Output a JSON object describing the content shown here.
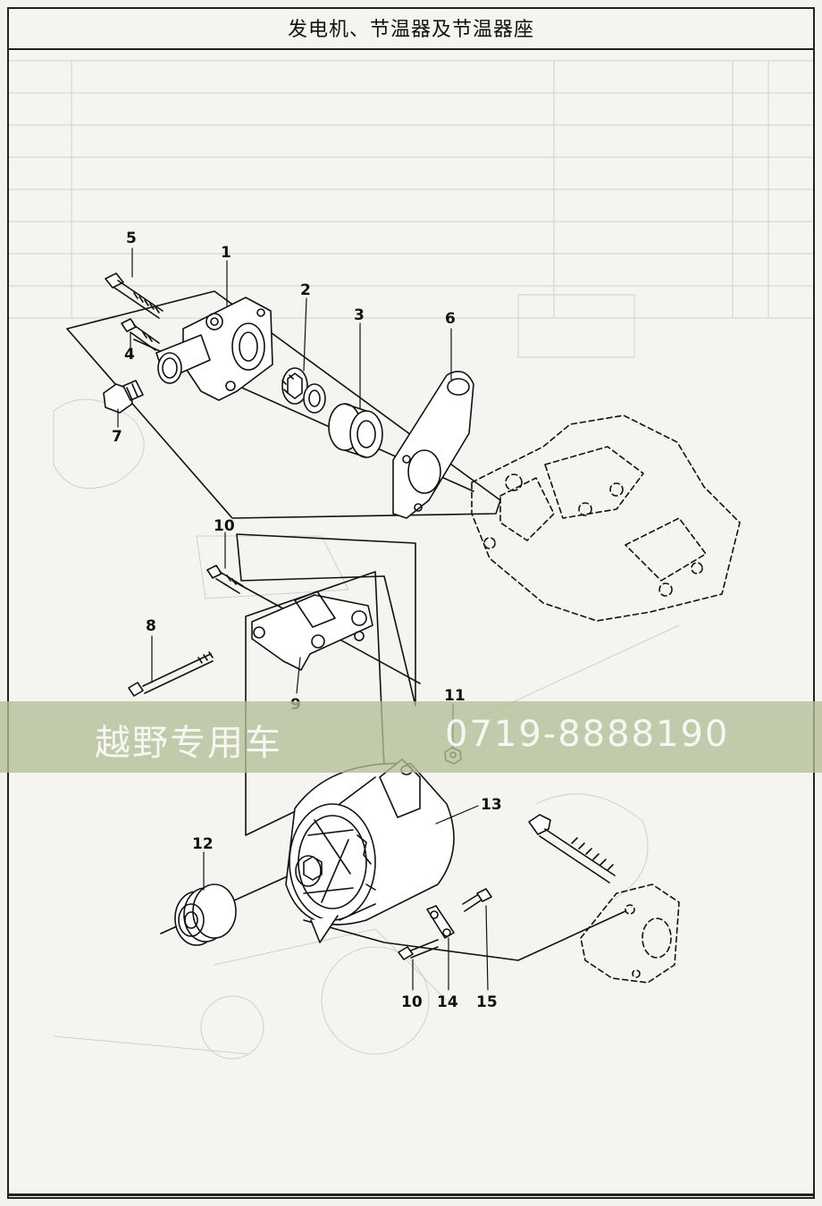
{
  "title": "发电机、节温器及节温器座",
  "callouts": {
    "c1": "1",
    "c2": "2",
    "c3": "3",
    "c4": "4",
    "c5": "5",
    "c6": "6",
    "c7": "7",
    "c8": "8",
    "c9": "9",
    "c10a": "10",
    "c10b": "10",
    "c11": "11",
    "c12": "12",
    "c13": "13",
    "c14": "14",
    "c15": "15"
  },
  "watermark": {
    "brand": "越野专用车",
    "phone": "0719-8888190"
  }
}
